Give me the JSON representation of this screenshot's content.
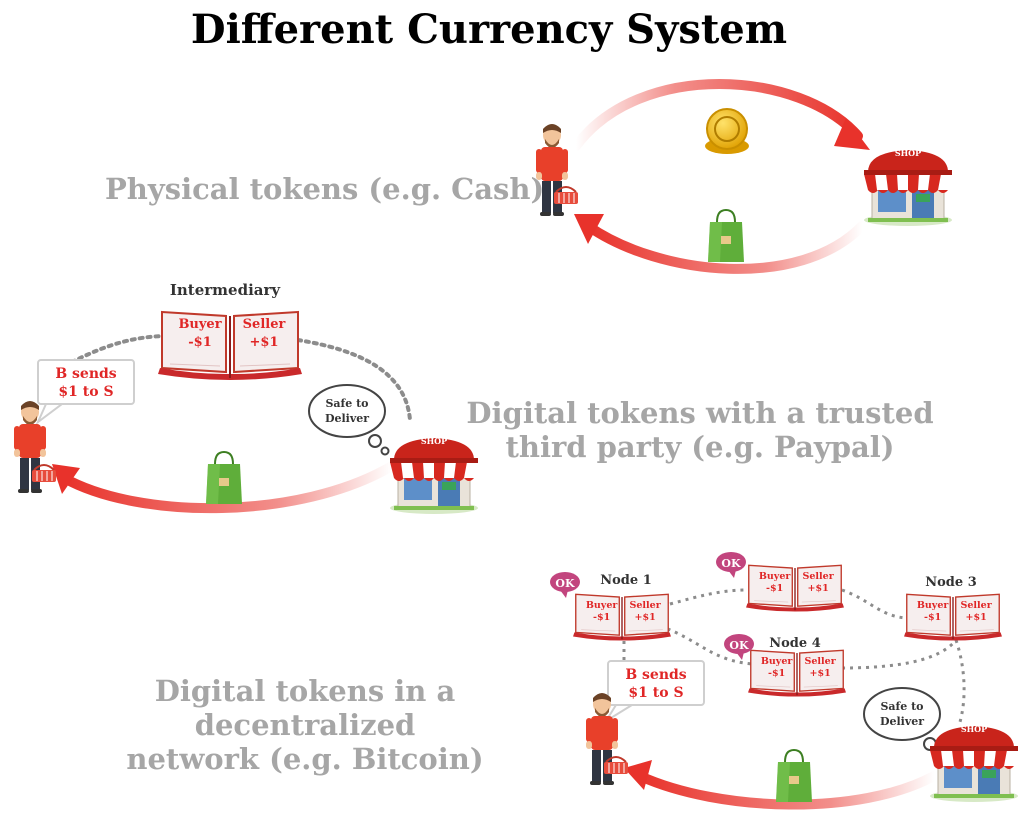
{
  "title": "Different Currency System",
  "sections": {
    "physical": {
      "label": "Physical tokens (e.g. Cash)"
    },
    "trusted": {
      "label_line1": "Digital tokens with a trusted",
      "label_line2": "third party (e.g. Paypal)",
      "intermediary": "Intermediary",
      "ledger": {
        "left_name": "Buyer",
        "left_amount": "-$1",
        "right_name": "Seller",
        "right_amount": "+$1"
      },
      "bubble": {
        "line1": "B sends",
        "line2": "$1 to S"
      },
      "thought": {
        "line1": "Safe to",
        "line2": "Deliver"
      }
    },
    "decentralized": {
      "label_line1": "Digital tokens in a decentralized",
      "label_line2": "network (e.g. Bitcoin)",
      "nodes": [
        {
          "name": "Node 1",
          "ok": "OK"
        },
        {
          "name": "",
          "ok": "OK"
        },
        {
          "name": "Node 3",
          "ok": ""
        },
        {
          "name": "Node 4",
          "ok": "OK"
        }
      ],
      "ledger": {
        "left_name": "Buyer",
        "left_amount": "-$1",
        "right_name": "Seller",
        "right_amount": "+$1"
      },
      "bubble": {
        "line1": "B sends",
        "line2": "$1 to S"
      },
      "thought": {
        "line1": "Safe to",
        "line2": "Deliver"
      }
    }
  },
  "shop_sign": "SHOP",
  "colors": {
    "arrow": "#e8322b",
    "label_gray": "#a6a6a6",
    "bag_green": "#5fae3a",
    "ok_pink": "#c2457e",
    "ledger_red": "#e02626",
    "coin_gold": "#f2b705"
  }
}
